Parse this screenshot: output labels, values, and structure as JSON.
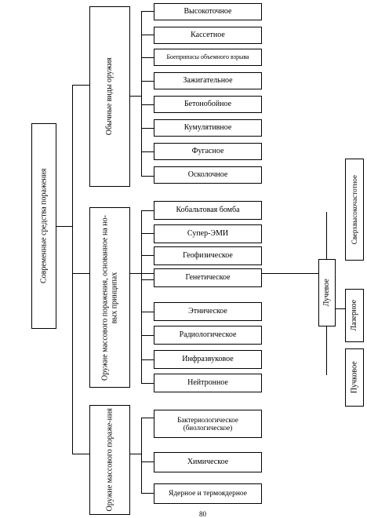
{
  "root": {
    "label": "Современные средства поражения"
  },
  "groups": {
    "conventional": {
      "label": "Обычные виды оружия",
      "items": [
        "Высокоточное",
        "Кассетное",
        "Боеприпасы объемного взрыва",
        "Зажигательное",
        "Бетонобойное",
        "Кумулятивное",
        "Фугасное",
        "Осколочное"
      ]
    },
    "new_principles": {
      "label": "Оружие массового поражения, основанное на но-вых принципах",
      "items": [
        "Кобальтовая бомба",
        "Супер-ЭМИ",
        "Геофизическое",
        "Генетическое",
        "Этническое",
        "Радиологическое",
        "Инфразвуковое",
        "Нейтронное"
      ]
    },
    "mass_destruction": {
      "label": "Оружие массового пораже-ния",
      "items": [
        "Бактериологическое (биологическое)",
        "Химическое",
        "Ядерное и термоядерное"
      ]
    }
  },
  "beam": {
    "label": "Лучевое",
    "items": [
      "Сверхвысокочастотное",
      "Лазерное",
      "Пучковое"
    ]
  },
  "page_number": "80"
}
